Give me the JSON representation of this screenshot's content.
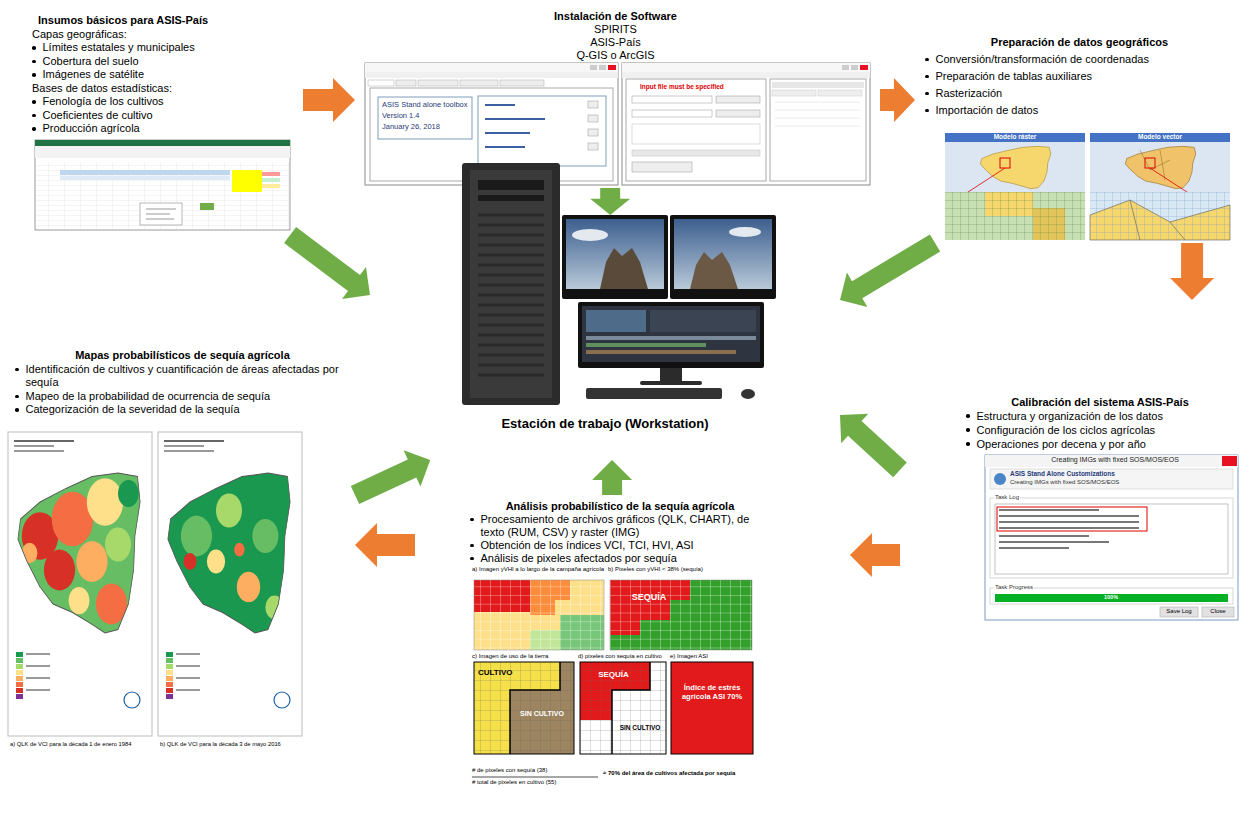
{
  "diagram": {
    "nodes": [
      {
        "text": [
          "Insumos básicos para ASIS-País",
          "Capas geográficas:",
          "Límites estatales y municipales",
          "Cobertura del suelo",
          "Imágenes de satélite",
          "Bases de datos estadísticas:",
          "Fenología de los cultivos",
          "Coeficientes de cultivo",
          "Producción agrícola"
        ]
      },
      {
        "text": [
          "Instalación de Software",
          "SPIRITS",
          "ASIS-País",
          "Q-GIS o ArcGIS"
        ]
      },
      {
        "text": [
          "Preparación de datos geográficos",
          "Conversión/transformación de coordenadas",
          "Preparación de tablas auxiliares",
          "Rasterización",
          "Importación de datos"
        ]
      },
      {
        "text": [
          "Mapas probabilísticos de sequía agrícola",
          "Identificación de cultivos y cuantificación de áreas afectadas por sequía",
          "Mapeo de la probabilidad de ocurrencia de sequía",
          "Categorización de la severidad de la sequía"
        ]
      },
      {
        "text": [
          "Estación de trabajo (Workstation)"
        ]
      },
      {
        "text": [
          "Calibración del sistema ASIS-País",
          "Estructura y organización de los datos",
          "Configuración de los ciclos agrícolas",
          "Operaciones por decena y por año"
        ]
      },
      {
        "text": [
          "Análisis probabilístico de la sequía agrícola",
          "Procesamiento de archivos gráficos (QLK, CHART), de texto (RUM, CSV) y raster (IMG)",
          "Obtención de los índices VCI, TCI, HVI, ASI",
          "Análisis de pixeles afectados por sequía"
        ]
      }
    ],
    "edges": [
      {
        "from": 0,
        "to": 1,
        "arrow": "to"
      },
      {
        "from": 1,
        "to": 2,
        "arrow": "to"
      },
      {
        "from": 2,
        "to": 5,
        "arrow": "to"
      },
      {
        "from": 5,
        "to": 6,
        "arrow": "to"
      },
      {
        "from": 6,
        "to": 3,
        "arrow": "to"
      },
      {
        "from": 0,
        "to": 4,
        "arrow": "to"
      },
      {
        "from": 1,
        "to": 4,
        "arrow": "to"
      },
      {
        "from": 2,
        "to": 4,
        "arrow": "to"
      },
      {
        "from": 3,
        "to": 4,
        "arrow": "to"
      },
      {
        "from": 5,
        "to": 4,
        "arrow": "to"
      },
      {
        "from": 6,
        "to": 4,
        "arrow": "to"
      }
    ],
    "labels": [
      "ASIS Stand alone toolbox",
      "Version 1.4",
      "January 26, 2018",
      "Input file must be specified",
      "Modelo ráster",
      "Modelo vector",
      "Creating IMGs with fixed SOS/MOS/EOS",
      "ASIS Stand Alone Customizations",
      "Creating IMGs with fixed SOS/MOS/EOS",
      "Task Log",
      "Task Progress",
      "100%",
      "Save Log",
      "Close",
      "a) Imagen yVHI a lo largo de la campaña agrícola",
      "b) Pixeles con yVHI < 38% (sequía)",
      "SEQUÍA",
      "c) Imagen de uso de la tierra",
      "d) pixeles con sequía en cultivo",
      "e) Imagen ASI",
      "CULTIVO",
      "SIN CULTIVO",
      "SEQUÍA",
      "SIN CULTIVO",
      "Índice de estrés agrícola ASI 70%",
      "# de pixeles con sequía (38)",
      "# total de pixeles en cultivo (55)",
      "≈ 70% del área de cultivos afectada por sequía",
      "a) QLK de VCI para la década 1 de enero 1984",
      "b) QLK de VCI para la década 3 de mayo 2016"
    ]
  }
}
